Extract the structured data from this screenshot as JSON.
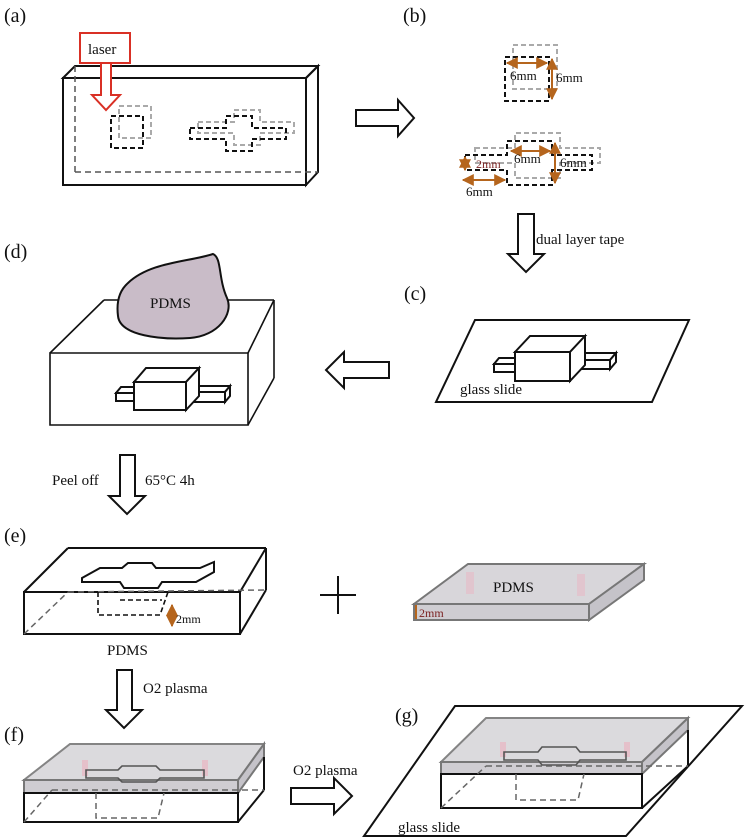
{
  "panels": {
    "a": "(a)",
    "b": "(b)",
    "c": "(c)",
    "d": "(d)",
    "e": "(e)",
    "f": "(f)",
    "g": "(g)"
  },
  "texts": {
    "laser": "laser",
    "dim_6mm": "6mm",
    "dim_2mm": "2mm",
    "dual_layer_tape": "dual layer tape",
    "pdms": "PDMS",
    "glass_slide": "glass slide",
    "peel_off": "Peel off",
    "cure": "65°C 4h",
    "o2_plasma": "O2  plasma",
    "o2_plasma_2": "O2 plasma"
  },
  "colors": {
    "laser_red": "#d93025",
    "dimension_orange": "#b5651d",
    "pdms_fill": "#c9bcc8",
    "pdms_slab": "#d8d6da",
    "pink_post": "#e7b9c6",
    "dim_text": "#7a1f1f"
  }
}
